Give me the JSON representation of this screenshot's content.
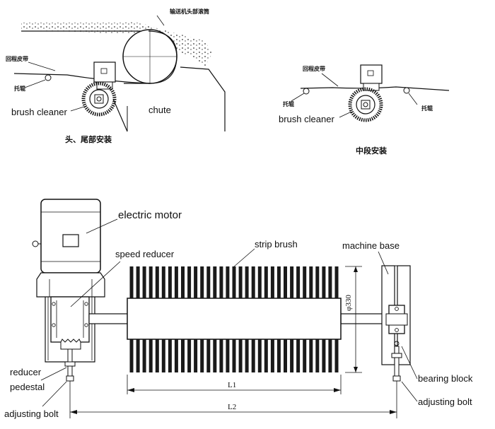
{
  "top_left": {
    "conveyor_head_drum_label": "输送机头部滚筒",
    "return_belt_label": "回程皮带",
    "idler_label": "托辊",
    "brush_cleaner_label": "brush cleaner",
    "chute_label": "chute",
    "caption": "头、尾部安装"
  },
  "top_right": {
    "return_belt_label": "回程皮带",
    "idler_left_label": "托辊",
    "idler_right_label": "托辊",
    "brush_cleaner_label": "brush cleaner",
    "caption": "中段安装"
  },
  "main": {
    "electric_motor_label": "electric motor",
    "speed_reducer_label": "speed reducer",
    "strip_brush_label": "strip brush",
    "machine_base_label": "machine base",
    "diameter_label": "φ330",
    "bearing_block_label": "bearing block",
    "reducer_pedestal_line1": "reducer",
    "reducer_pedestal_line2": "pedestal",
    "adjusting_bolt_left_label": "adjusting bolt",
    "adjusting_bolt_right_label": "adjusting bolt",
    "dimension_l1": "L1",
    "dimension_l2": "L2"
  }
}
